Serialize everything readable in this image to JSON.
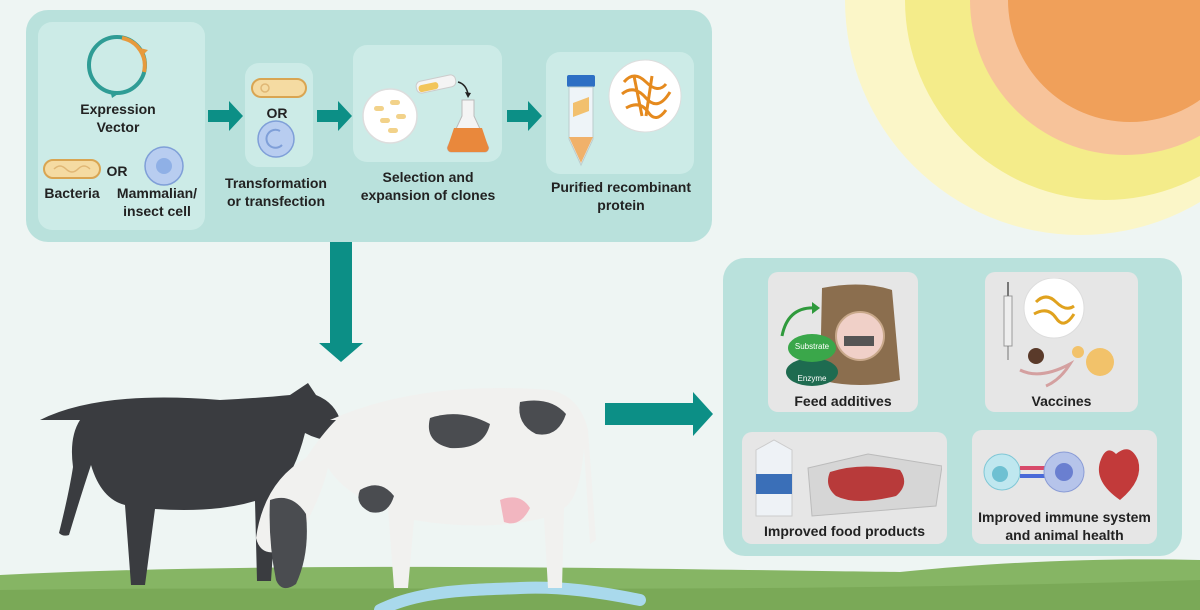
{
  "steps": {
    "vector": {
      "title": "Expression\nVector",
      "or": "OR",
      "bacteria": "Bacteria",
      "mammalian": "Mammalian/\ninsect cell"
    },
    "transformation": {
      "or": "OR",
      "label": "Transformation\nor transfection"
    },
    "selection": {
      "label": "Selection and\nexpansion of clones"
    },
    "purified": {
      "label": "Purified recombinant\nprotein"
    }
  },
  "applications": {
    "feed": {
      "label": "Feed additives",
      "substrate": "Substrate",
      "enzyme": "Enzyme"
    },
    "vaccines": {
      "label": "Vaccines"
    },
    "food": {
      "label": "Improved food products"
    },
    "immune": {
      "label": "Improved immune system\nand animal health"
    }
  },
  "colors": {
    "teal_arrow": "#0c8f86",
    "panel": "#b9e1dc",
    "card": "#e6e6e6",
    "grass": "#7fae5e",
    "sun": "#f0a05a"
  }
}
